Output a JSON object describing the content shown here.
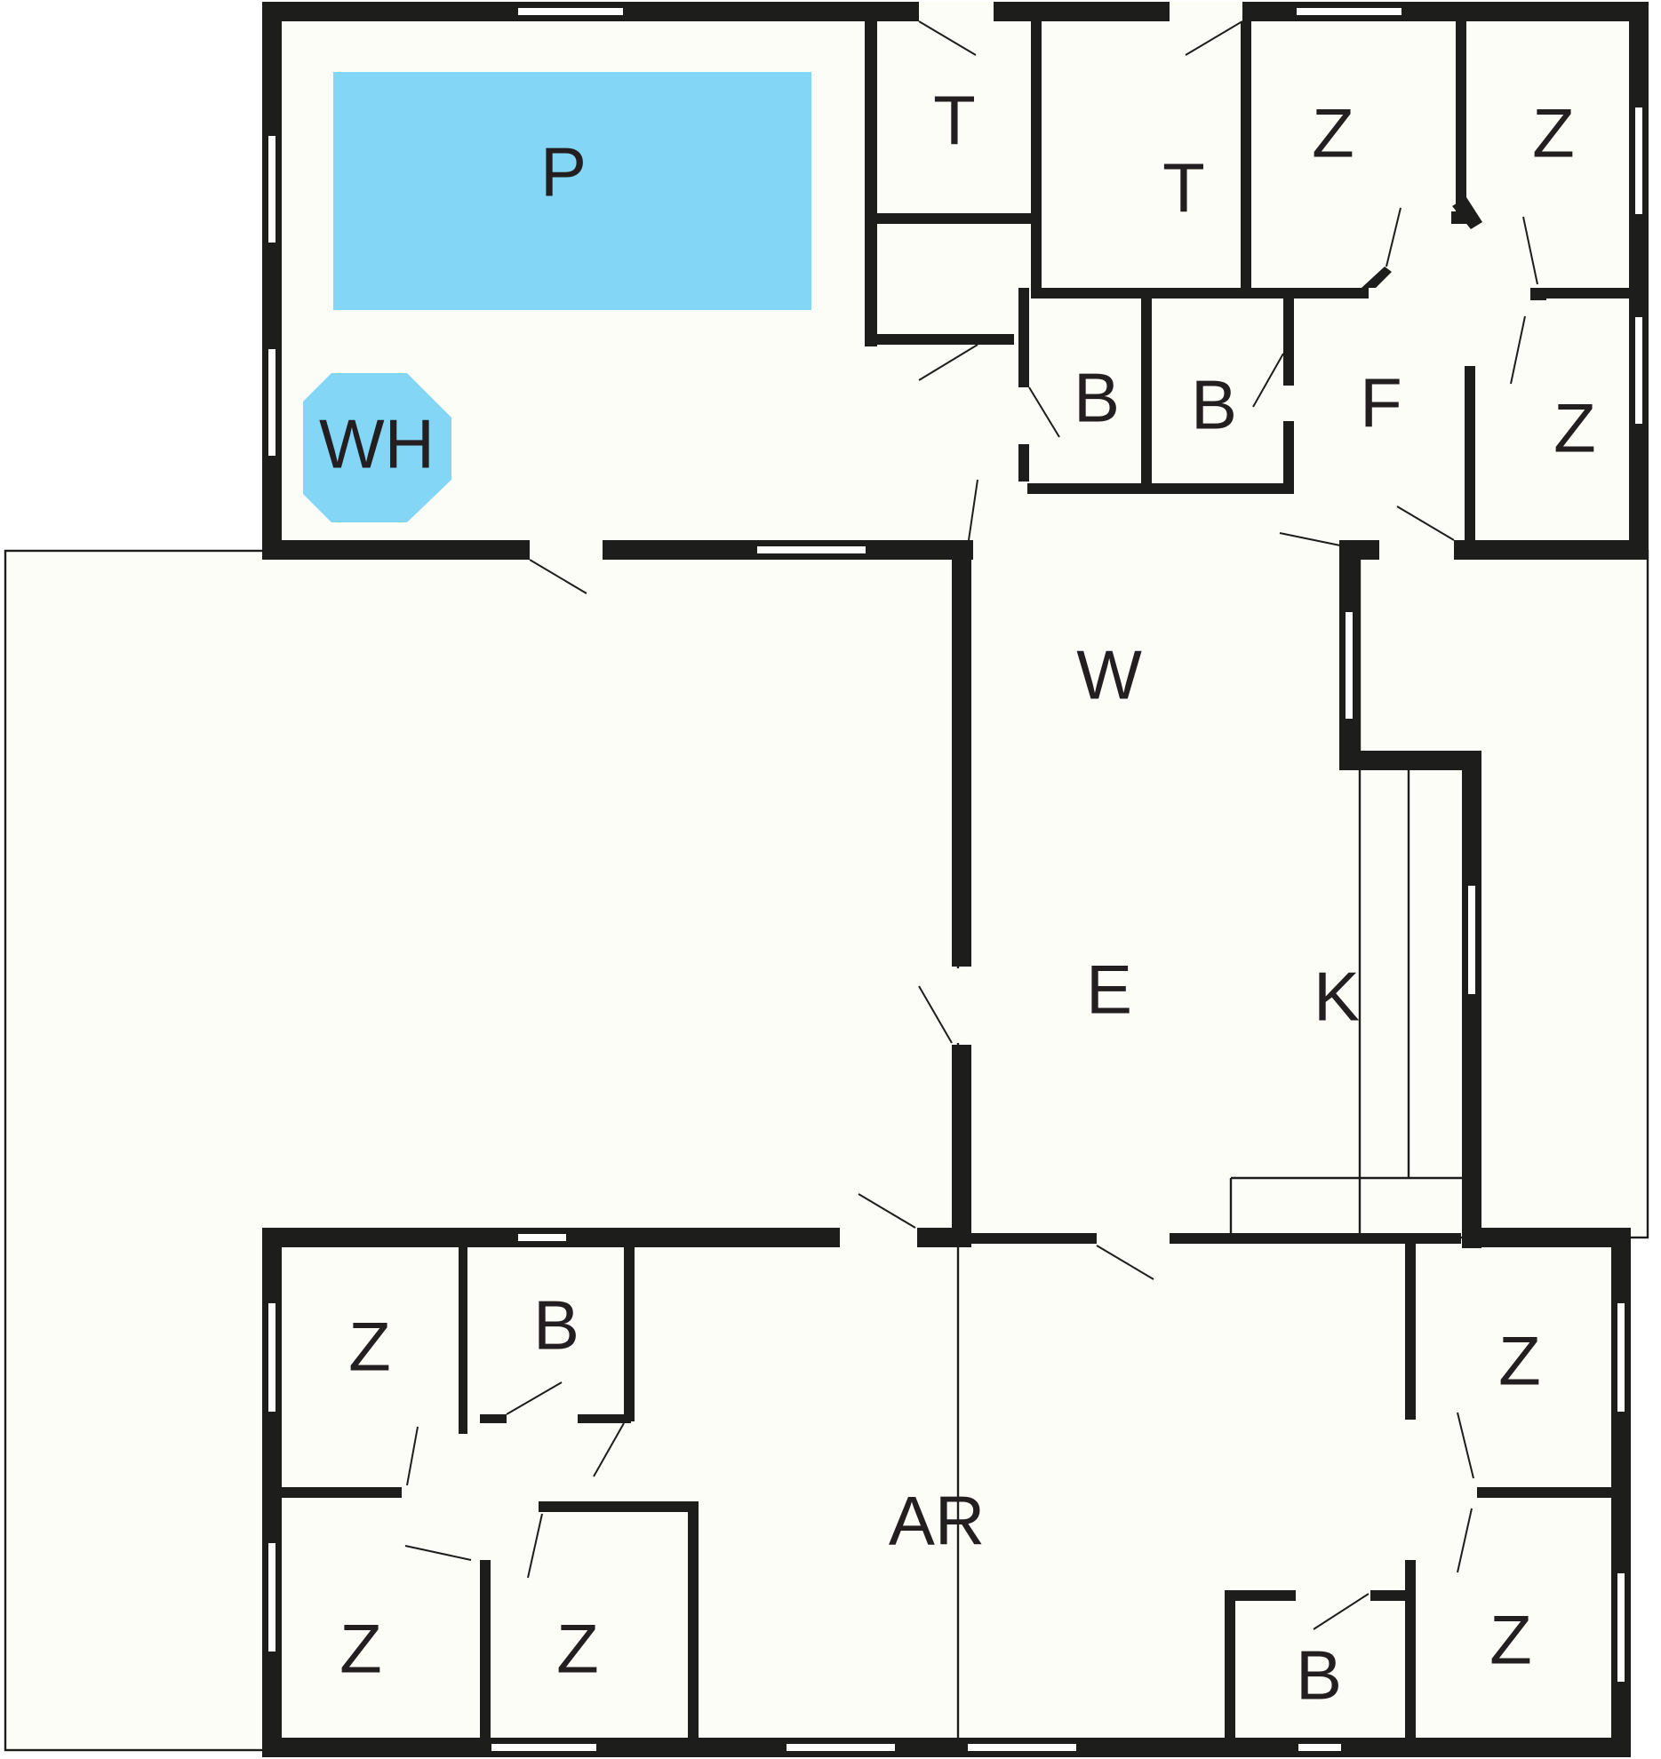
{
  "plan": {
    "rooms": {
      "pool": "P",
      "whirlpool": "WH",
      "toilet_1": "T",
      "toilet_2": "T",
      "bedroom_top_1": "Z",
      "bedroom_top_2": "Z",
      "bedroom_top_3": "Z",
      "bathroom_top_1": "B",
      "bathroom_top_2": "B",
      "hallway": "F",
      "living": "W",
      "dining": "E",
      "kitchen": "K",
      "bedroom_bottom_left_1": "Z",
      "bathroom_bottom_left": "B",
      "bedroom_bottom_left_2": "Z",
      "bedroom_bottom_left_3": "Z",
      "common_area": "AR",
      "bedroom_bottom_right_1": "Z",
      "bedroom_bottom_right_2": "Z",
      "bathroom_bottom_right": "B"
    },
    "colors": {
      "pool": "#84d6f7",
      "wall": "#1d1d1b",
      "floor": "#fdfdf8",
      "label": "#231f20"
    }
  }
}
